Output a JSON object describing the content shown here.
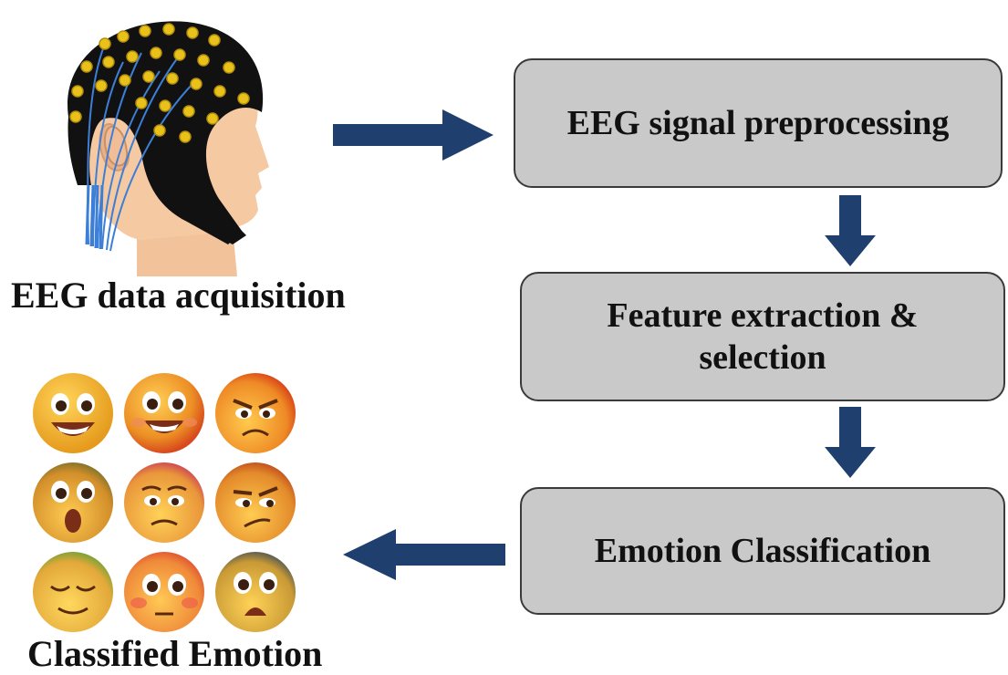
{
  "labels": {
    "acquisition": "EEG data acquisition",
    "classified": "Classified Emotion"
  },
  "steps": {
    "preprocessing": "EEG signal preprocessing",
    "feature_line1": "Feature extraction &",
    "feature_line2": "selection",
    "classification": "Emotion Classification"
  },
  "colors": {
    "arrow": "#1f3f6e",
    "box_fill": "#c9c9c9",
    "box_border": "#3a3a3a",
    "cap": "#111111",
    "electrode": "#e8c21a",
    "wire": "#3d7fd6",
    "skin": "#f2c39b",
    "emoji_base": "#f4b22c"
  },
  "emotions": [
    {
      "icon": "happy-emoji-icon"
    },
    {
      "icon": "grinning-emoji-icon"
    },
    {
      "icon": "angry-emoji-icon"
    },
    {
      "icon": "surprised-emoji-icon"
    },
    {
      "icon": "sad-emoji-icon"
    },
    {
      "icon": "annoyed-emoji-icon"
    },
    {
      "icon": "calm-emoji-icon"
    },
    {
      "icon": "blushing-emoji-icon"
    },
    {
      "icon": "scared-emoji-icon"
    }
  ]
}
